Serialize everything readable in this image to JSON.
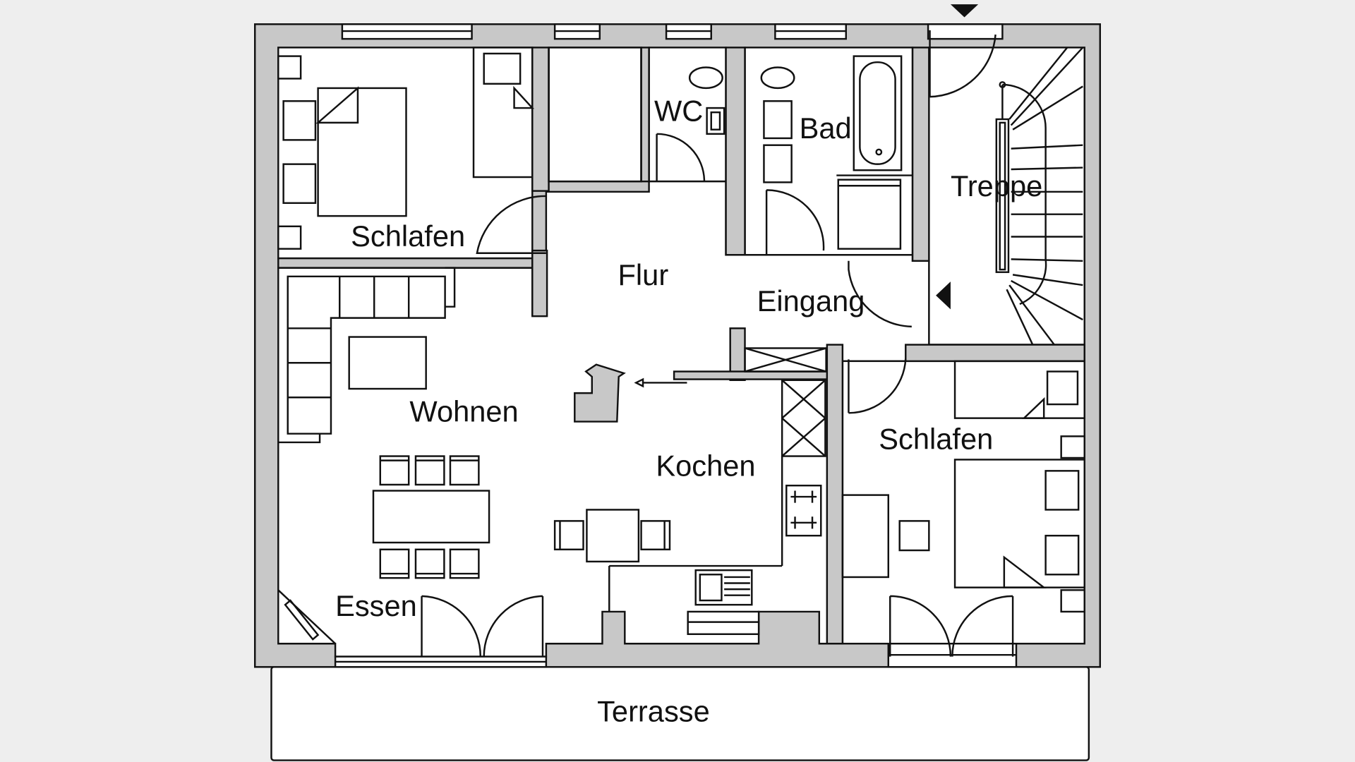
{
  "rooms": {
    "schlafen_nw": "Schlafen",
    "wc": "WC",
    "bad": "Bad",
    "treppe": "Treppe",
    "flur": "Flur",
    "eingang": "Eingang",
    "wohnen": "Wohnen",
    "kochen": "Kochen",
    "schlafen_se": "Schlafen",
    "essen": "Essen",
    "terrasse": "Terrasse"
  },
  "colors": {
    "background": "#eeeeee",
    "wall_fill": "#c8c8c8",
    "line": "#111111",
    "floor": "#ffffff"
  }
}
